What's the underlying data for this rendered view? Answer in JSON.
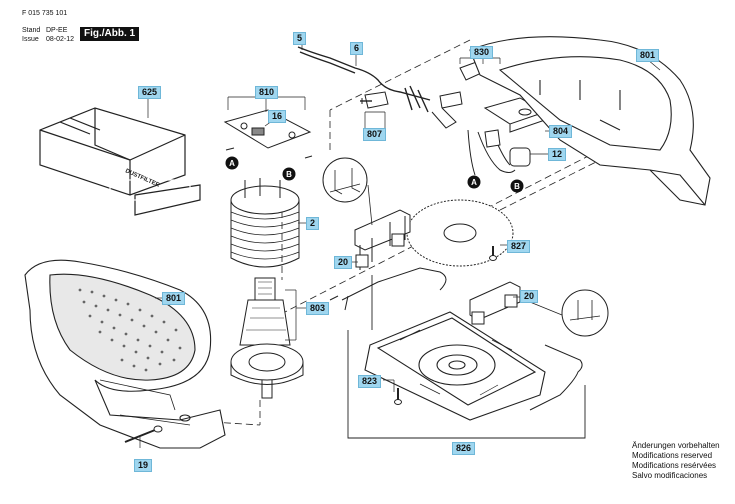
{
  "header": {
    "doc_number": "F 015 735 101",
    "stand_label": "Stand",
    "issue_label": "Issue",
    "revision": "DP-EE",
    "date": "08-02-12",
    "figure_label": "Fig./Abb. 1"
  },
  "callouts": {
    "c5": "5",
    "c6": "6",
    "c625": "625",
    "c810": "810",
    "c16": "16",
    "c830": "830",
    "c801_top": "801",
    "c804": "804",
    "c12": "12",
    "c807": "807",
    "c2": "2",
    "c827": "827",
    "c20_left": "20",
    "c20_right": "20",
    "c801_bottom": "801",
    "c803": "803",
    "c823": "823",
    "c826": "826",
    "c19": "19"
  },
  "markers": {
    "a": "A",
    "b": "B"
  },
  "product_text": "DUSTFILTER",
  "notes": [
    "Änderungen vorbehalten",
    "Modifications reserved",
    "Modifications resérvées",
    "Salvo modificaciones"
  ]
}
